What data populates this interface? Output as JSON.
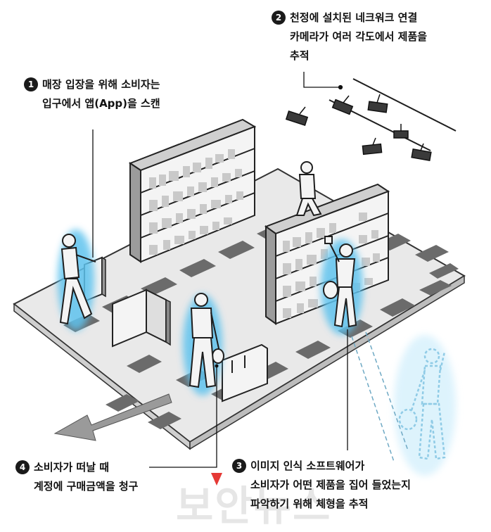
{
  "callouts": {
    "c1": {
      "number": "1",
      "lines": [
        "매장 입장을 위해 소비자는",
        "입구에서 앱(App)을 스캔"
      ]
    },
    "c2": {
      "number": "2",
      "lines": [
        "천정에 설치된 네크워크 연결",
        "카메라가 여러 각도에서 제품을",
        "추적"
      ]
    },
    "c3": {
      "number": "3",
      "lines": [
        "이미지 인식 소프트웨어가",
        "소비자가 어떤 제품을 집어 들었는지",
        "파악하기 위해 체형을 추적"
      ]
    },
    "c4": {
      "number": "4",
      "lines": [
        "소비자가 떠날 때",
        "계정에 구매금액을 청구"
      ]
    }
  },
  "watermark": "보안뉴스",
  "colors": {
    "highlight": "#5fc3ee",
    "dark": "#222222",
    "floor": "#e8e8e8",
    "stripe": "#6b6b6b",
    "camera_line": "#6fa9c4"
  }
}
